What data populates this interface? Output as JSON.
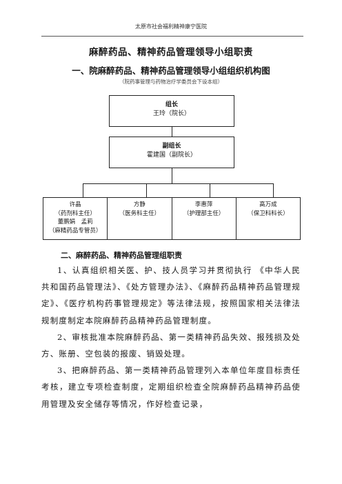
{
  "header": {
    "hospital_name": "太原市社会福利精神康宁医院"
  },
  "document": {
    "title": "麻醉药品、精神药品管理领导小组职责",
    "section1_heading": "一、院麻醉药品、精神药品管理领导小组组织机构图",
    "org_note": "（院药事管理与药物治疗学委员会下设本组）"
  },
  "org_chart": {
    "leader": {
      "role": "组长",
      "name": "王玲（院长）"
    },
    "deputy": {
      "role": "副组长",
      "name": "霍建国（副院长）"
    },
    "members": [
      {
        "lines": [
          "许晶",
          "（药剂科主任）",
          "董鹏娟　孟莉",
          "（麻精药品专管员）"
        ]
      },
      {
        "lines": [
          "方静",
          "（医务科主任）"
        ]
      },
      {
        "lines": [
          "李惠萍",
          "（护理部主任）"
        ]
      },
      {
        "lines": [
          "高万成",
          "（保卫科科长）"
        ]
      }
    ]
  },
  "section2": {
    "heading": "二、麻醉药品、精神药品管理组职责",
    "paragraphs": [
      "1、认真组织相关医、护、技人员学习并贯彻执行 《中华人民共和国药品管理法》、《处方管理办法》、《麻醉药品精神药品管理规定》、《医疗机构药事管理规定》等法律法规，按照国家相关法律法规制度制定本院麻醉药品精神药品管理制度。",
      "2、审核批准本院麻醉药品、第一类精神药品失效、报残损及处方、账册、空包装的报废、销毁处理。",
      "3、把麻醉药品、第一类精神药品管理列入本单位年度目标责任考核，建立专项检查制度，定期组织检查全院麻醉药品精神药品使用管理及安全储存等情况，作好检查记录，"
    ]
  }
}
